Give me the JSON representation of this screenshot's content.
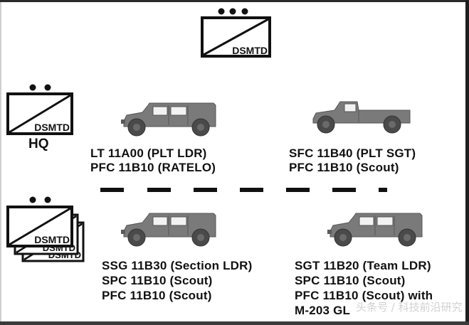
{
  "symbols": {
    "platoon": {
      "text": "DSMTD",
      "dots": 3
    },
    "hq": {
      "text": "DSMTD",
      "dots": 2,
      "caption": "HQ"
    },
    "sections": {
      "text": "DSMTD",
      "dots": 2,
      "stack_count": 3
    }
  },
  "vehicles": [
    {
      "type": "hmmwv-enclosed",
      "crew": [
        "LT 11A00 (PLT LDR)",
        "PFC 11B10 (RATELO)"
      ]
    },
    {
      "type": "hmmwv-pickup",
      "crew": [
        "SFC 11B40 (PLT SGT)",
        "PFC 11B10 (Scout)"
      ]
    },
    {
      "type": "hmmwv-enclosed",
      "crew": [
        "SSG 11B30 (Section LDR)",
        "SPC 11B10 (Scout)",
        "PFC 11B10 (Scout)"
      ]
    },
    {
      "type": "hmmwv-enclosed",
      "crew": [
        "SGT 11B20 (Team LDR)",
        "SPC 11B10 (Scout)",
        "PFC 11B10 (Scout) with",
        "M-203 GL"
      ]
    }
  ],
  "colors": {
    "vehicle_body": "#7a7a7a",
    "vehicle_dark": "#4a4a4a",
    "ink": "#111111"
  },
  "watermark": "头条号 / 科技前沿研究"
}
